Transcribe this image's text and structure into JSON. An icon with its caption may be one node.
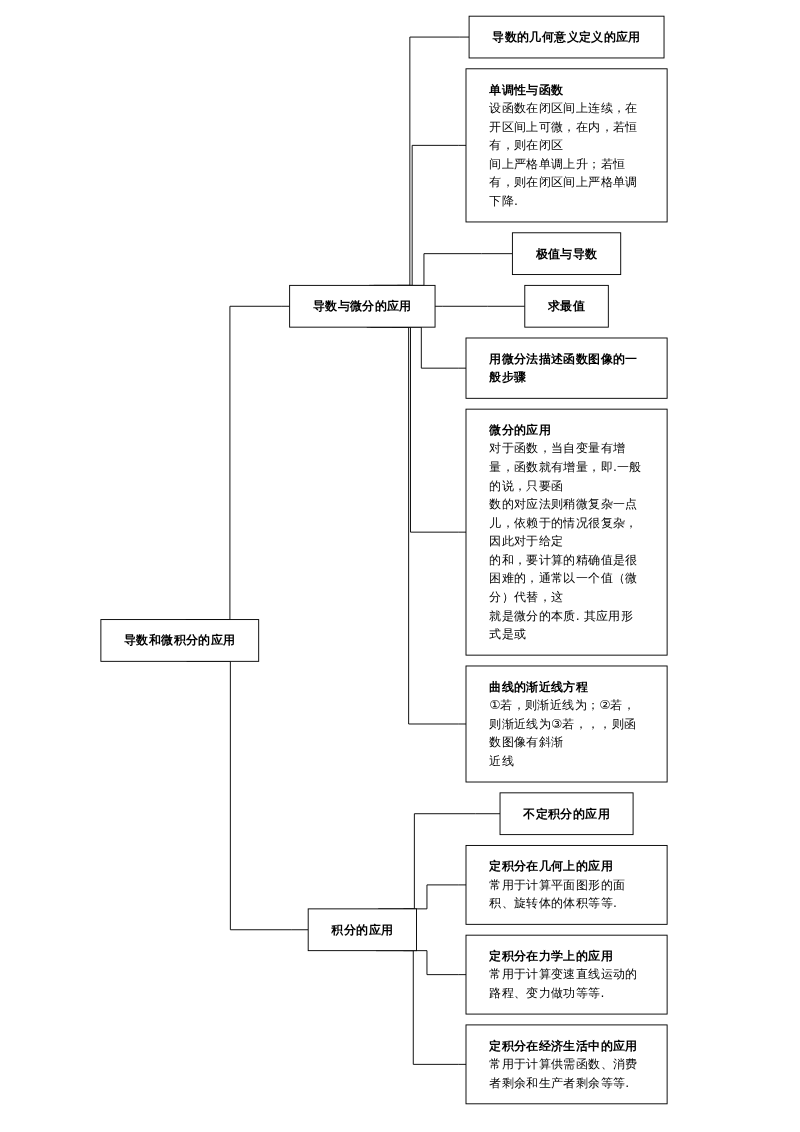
{
  "diagram": {
    "nodes": [
      {
        "text": [
          "导数和微积分的应用"
        ]
      },
      {
        "text": [
          "导数与微分的应用"
        ]
      },
      {
        "text": [
          "导数的几何意义定义的应用"
        ]
      },
      {
        "text": [
          "单调性与函数",
          "设函数在闭区间上连续，在开区间上可微，在内，若恒有，则在闭区间上严格单调上升；若恒有，则在闭区间上严格单调下降."
        ]
      },
      {
        "text": [
          "极值与导数"
        ]
      },
      {
        "text": [
          "求最值"
        ]
      },
      {
        "text": [
          "用微分法描述函数图像的一般步骤"
        ]
      },
      {
        "text": [
          "微分的应用",
          "对于函数，当自变量有增量，函数就有增量，即.一般的说，只要函数的对应法则稍微复杂一点儿，依赖于的情况很复杂，因此对于给定的和，要计算的精确值是很困难的，通常以一个值（微分）代替，这就是微分的本质. 其应用形式是或"
        ]
      },
      {
        "text": [
          "曲线的渐近线方程",
          "①若，则渐近线为；②若，则渐近线为③若，，，则函数图像有斜渐近线"
        ]
      },
      {
        "text": [
          "积分的应用"
        ]
      },
      {
        "text": [
          "不定积分的应用"
        ]
      },
      {
        "text": [
          "定积分在几何上的应用",
          "常用于计算平面图形的面积、旋转体的体积等等."
        ]
      },
      {
        "text": [
          "定积分在力学上的应用",
          "常用于计算变速直线运动的路程、变力做功等等."
        ]
      },
      {
        "text": [
          "定积分在经济生活中的应用",
          "常用于计算供需函数、消费者剩余和生产者剩余等等."
        ]
      }
    ],
    "edges": [
      {
        "from": 0,
        "to": 1,
        "arrow": "none"
      },
      {
        "from": 0,
        "to": 9,
        "arrow": "none"
      },
      {
        "from": 1,
        "to": 2,
        "arrow": "none"
      },
      {
        "from": 1,
        "to": 3,
        "arrow": "none"
      },
      {
        "from": 1,
        "to": 4,
        "arrow": "none"
      },
      {
        "from": 1,
        "to": 5,
        "arrow": "none"
      },
      {
        "from": 1,
        "to": 6,
        "arrow": "none"
      },
      {
        "from": 1,
        "to": 7,
        "arrow": "none"
      },
      {
        "from": 1,
        "to": 8,
        "arrow": "none"
      },
      {
        "from": 9,
        "to": 10,
        "arrow": "none"
      },
      {
        "from": 9,
        "to": 11,
        "arrow": "none"
      },
      {
        "from": 9,
        "to": 12,
        "arrow": "none"
      },
      {
        "from": 9,
        "to": 13,
        "arrow": "none"
      }
    ]
  }
}
